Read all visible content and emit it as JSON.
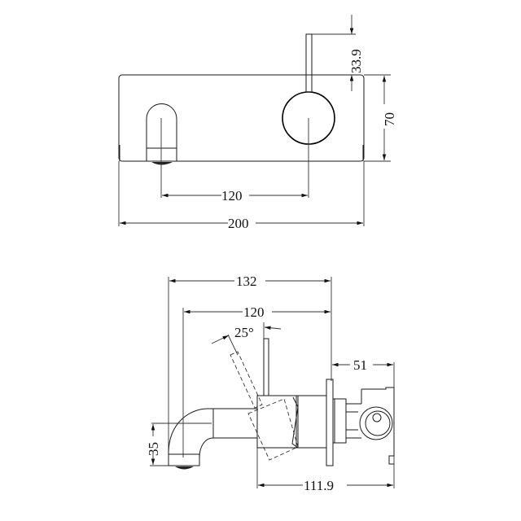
{
  "drawing": {
    "type": "wall-mounted mixer technical drawing",
    "stroke_color": "#1a1a1a",
    "background": "#ffffff"
  },
  "front_view": {
    "dimensions": {
      "handle_height": "33.9",
      "plate_height": "70",
      "spout_to_handle": "120",
      "plate_width": "200"
    }
  },
  "side_view": {
    "dimensions": {
      "overall_projection": "132",
      "spout_projection": "120",
      "handle_angle": "25°",
      "body_depth": "51",
      "body_length": "111.9",
      "spout_height": "35"
    }
  }
}
